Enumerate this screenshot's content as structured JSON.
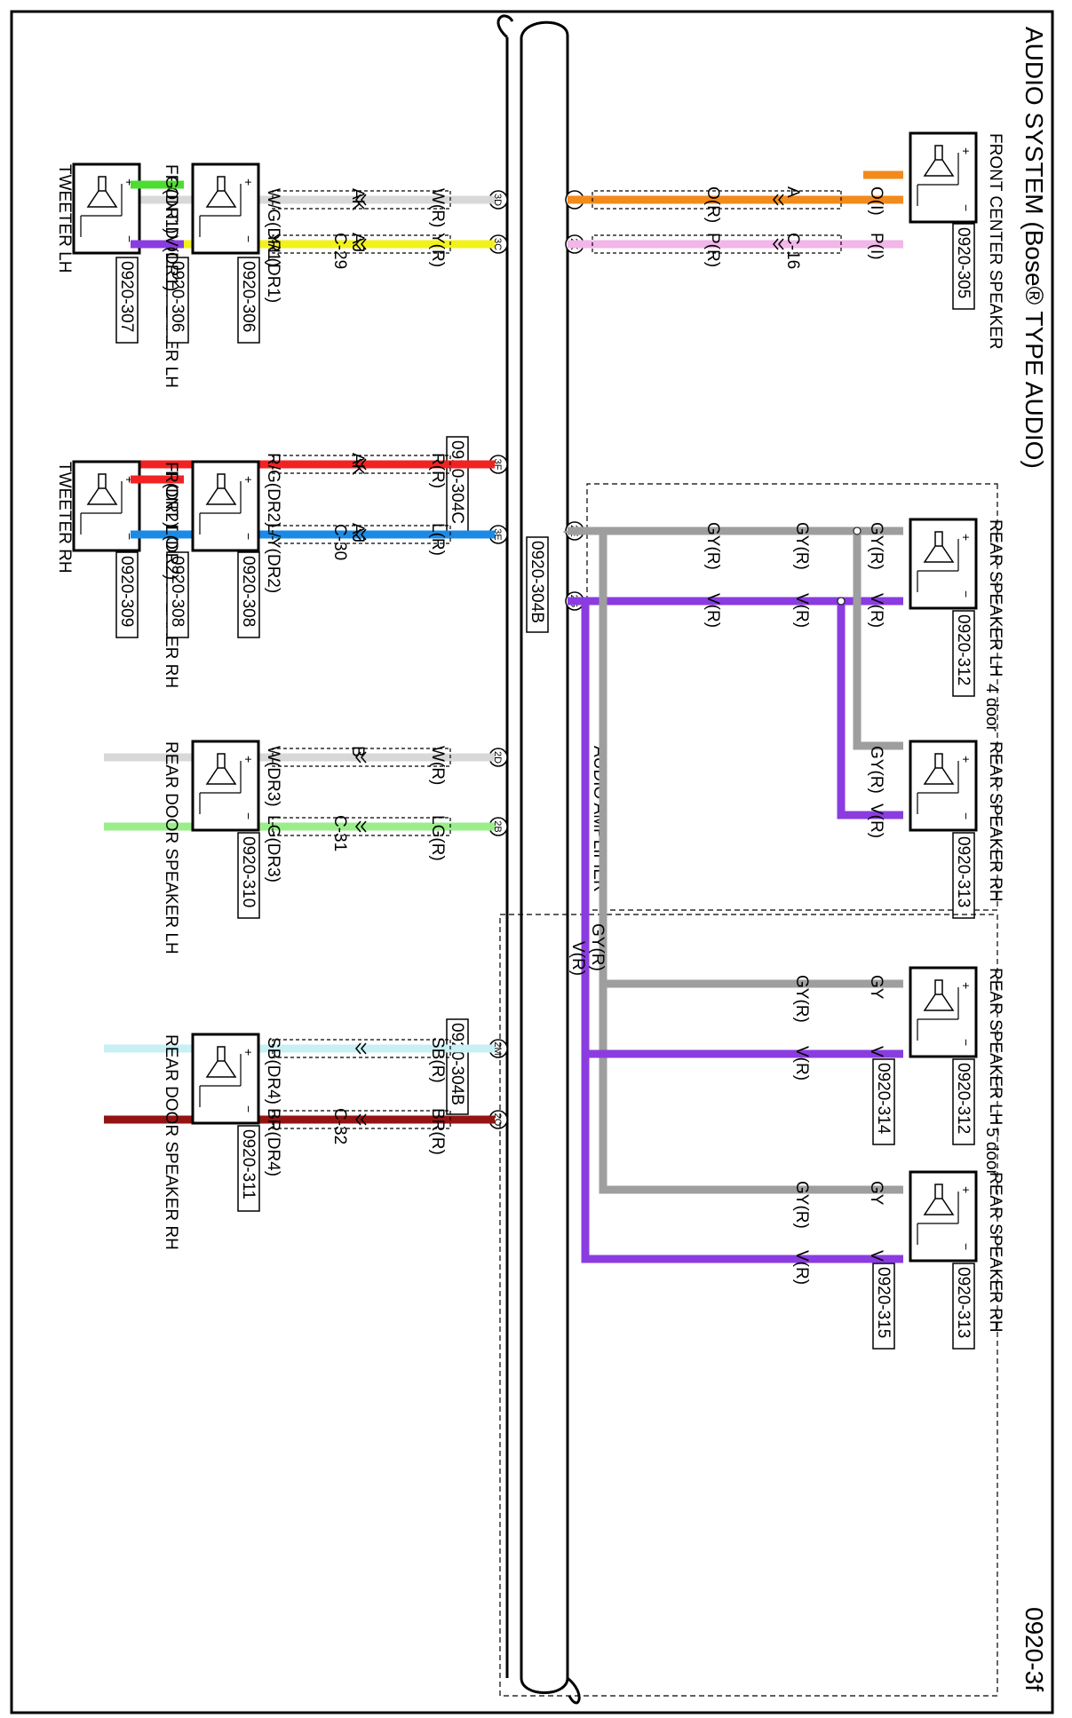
{
  "title": "AUDIO SYSTEM (Bose® TYPE AUDIO)",
  "page_code": "0920-3f",
  "amplifier": {
    "name": "AUDIO AMPLIFIER",
    "connectors": [
      {
        "pin": "2I",
        "name": "pin-2I"
      },
      {
        "pin": "2K",
        "name": "pin-2K"
      },
      {
        "pin": "2E",
        "name": "pin-2E"
      },
      {
        "pin": "2G",
        "name": "pin-2G"
      },
      {
        "pin": "3D",
        "name": "pin-3D"
      },
      {
        "pin": "3C",
        "name": "pin-3C"
      },
      {
        "pin": "3F",
        "name": "pin-3F"
      },
      {
        "pin": "3E",
        "name": "pin-3E"
      },
      {
        "pin": "2D",
        "name": "pin-2D"
      },
      {
        "pin": "2B",
        "name": "pin-2B"
      },
      {
        "pin": "2M",
        "name": "pin-2M"
      },
      {
        "pin": "2O",
        "name": "pin-2O"
      }
    ],
    "refs": [
      "0920-304B",
      "0920-304C",
      "0920-304B"
    ]
  },
  "components": [
    {
      "name": "FRONT CENTER SPEAKER",
      "ref": "0920-305"
    },
    {
      "name": "REAR SPEAKER LH",
      "ref": "0920-312"
    },
    {
      "name": "REAR SPEAKER RH",
      "ref": "0920-313"
    },
    {
      "name": "REAR SPEAKER LH",
      "ref": "0920-312",
      "ref2": "0920-314"
    },
    {
      "name": "REAR SPEAKER RH",
      "ref": "0920-313",
      "ref2": "0920-315"
    },
    {
      "name": "FRONT DOOR SPEAKER LH",
      "ref": "0920-306",
      "ref2": "0920-306"
    },
    {
      "name": "TWEETER LH",
      "ref": "0920-307"
    },
    {
      "name": "FRONT DOOR SPEAKER RH",
      "ref": "0920-308",
      "ref2": "0920-308"
    },
    {
      "name": "TWEETER RH",
      "ref": "0920-309"
    },
    {
      "name": "REAR DOOR SPEAKER LH",
      "ref": "0920-310"
    },
    {
      "name": "REAR DOOR SPEAKER RH",
      "ref": "0920-311"
    }
  ],
  "groups": {
    "four_door": "4 door",
    "five_door": "5 door"
  },
  "wire_labels": {
    "center_o_i": "O(I)",
    "center_p_i": "P(I)",
    "center_a": "A",
    "center_c16": "C-16",
    "center_o_r": "O(R)",
    "center_p_r": "P(R)",
    "r4_gy_r_a": "GY(R)",
    "r4_v_r_a": "V(R)",
    "r4_gy_r_b": "GY(R)",
    "r4_v_r_b": "V(R)",
    "r4_gy_r_c": "GY(R)",
    "r4_v_r_c": "V(R)",
    "amp_gy_r": "GY(R)",
    "amp_v_r": "V(R)",
    "r5_gy_r": "GY(R)",
    "r5_v_r": "V(R)",
    "r5_gy_a": "GY",
    "r5_v_a": "V",
    "r5_gy_r_a": "GY(R)",
    "r5_v_r_a": "V(R)",
    "r5_gy_b": "GY",
    "r5_v_b": "V",
    "r5_gy_r_b": "GY(R)",
    "r5_v_r_b": "V(R)",
    "fl_w_r": "W(R)",
    "fl_y_r": "Y(R)",
    "fl_ak": "AK",
    "fl_aj": "AJ",
    "fl_c29": "C-29",
    "fl_wg": "W/G(DR1)",
    "fl_yl": "Y/L(DR1)",
    "tl_g": "G(DR1)",
    "tl_v": "V(DR1)",
    "fr_r_r": "R(R)",
    "fr_l_r": "L(R)",
    "fr_ak": "AK",
    "fr_aj": "AJ",
    "fr_c30": "C-30",
    "fr_rg": "R/G(DR2)",
    "fr_ly": "L/Y(DR2)",
    "tr_r": "R(DR2)",
    "tr_l": "L(DR2)",
    "rl_w_r": "W(R)",
    "rl_lg_r": "LG(R)",
    "rl_b": "B",
    "rl_c31": "C-31",
    "rl_w": "W(DR3)",
    "rl_lg": "LG(DR3)",
    "rr_sb_r": "SB(R)",
    "rr_br_r": "BR(R)",
    "rr_c32": "C-32",
    "rr_sb": "SB(DR4)",
    "rr_br": "BR(DR4)"
  },
  "colors": {
    "orange": "#f28a1c",
    "pink": "#f2b6e8",
    "gray": "#9e9e9e",
    "violet": "#8a3ce0",
    "green": "#4ddc32",
    "white": "#d8d8d8",
    "yellow": "#f2f21a",
    "red": "#f22222",
    "blue": "#1a8ae6",
    "lightgreen": "#9aee8a",
    "lightblue": "#c8f0f4",
    "brown": "#941414",
    "ochre": "#c8a020"
  }
}
